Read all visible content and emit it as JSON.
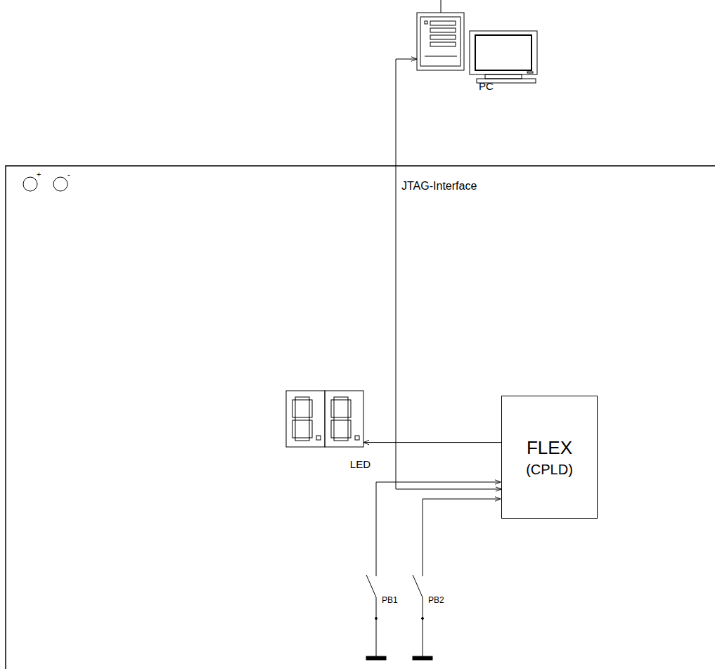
{
  "diagram": {
    "nodes": [
      {
        "text": [
          "PC"
        ]
      },
      {
        "text": [
          "LED"
        ]
      },
      {
        "text": [
          "FLEX",
          "(CPLD)"
        ]
      }
    ],
    "edges": [
      {
        "from": 0,
        "to": 2,
        "arrow": "both"
      },
      {
        "from": 2,
        "to": 1,
        "arrow": "to"
      }
    ],
    "labels": [
      "+",
      "-",
      "JTAG-Interface",
      "PB1",
      "PB2"
    ]
  }
}
